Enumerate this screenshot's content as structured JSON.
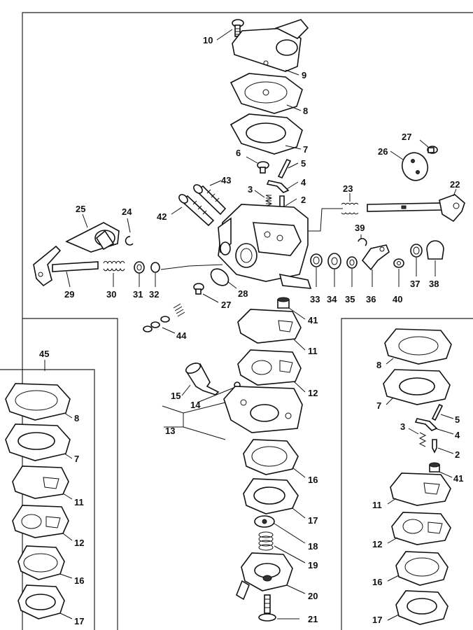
{
  "callouts": {
    "c10": "10",
    "c9": "9",
    "c8": "8",
    "c7": "7",
    "c6": "6",
    "c5": "5",
    "c4": "4",
    "c3": "3",
    "c2": "2",
    "c43": "43",
    "c42": "42",
    "c25": "25",
    "c24": "24",
    "c23": "23",
    "c22": "22",
    "c27a": "27",
    "c26": "26",
    "c39": "39",
    "c29": "29",
    "c30": "30",
    "c31": "31",
    "c32": "32",
    "c28": "28",
    "c27b": "27",
    "c33": "33",
    "c34": "34",
    "c35": "35",
    "c36": "36",
    "c40": "40",
    "c37": "37",
    "c38": "38",
    "c44": "44",
    "c41": "41",
    "c11": "11",
    "c12": "12",
    "c15": "15",
    "c14": "14",
    "c13": "13",
    "c16": "16",
    "c17": "17",
    "c18": "18",
    "c19": "19",
    "c20": "20",
    "c21": "21",
    "k45": "45",
    "k45_8": "8",
    "k45_7": "7",
    "k45_11": "11",
    "k45_12": "12",
    "k45_16": "16",
    "k45_17": "17",
    "r8": "8",
    "r7": "7",
    "r5": "5",
    "r3": "3",
    "r4": "4",
    "r2": "2",
    "r41": "41",
    "r11": "11",
    "r12": "12",
    "r16": "16",
    "r17": "17"
  }
}
